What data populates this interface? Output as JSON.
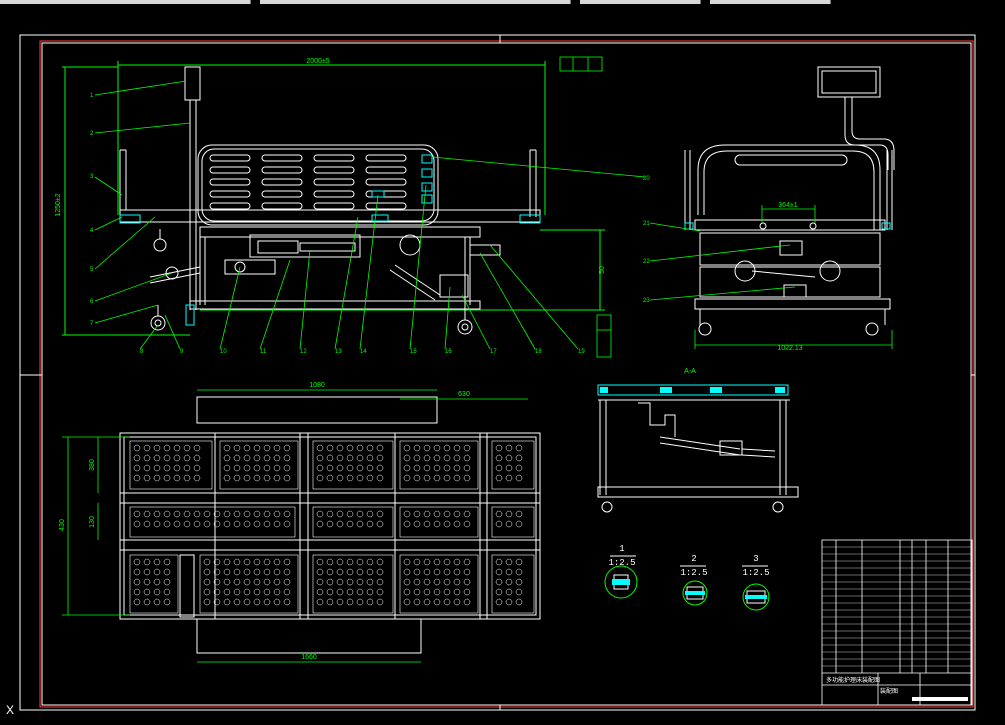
{
  "colors": {
    "background": "#000000",
    "border": "#ffffff",
    "border_accent": "#ff3a3a",
    "outline": "#ffffff",
    "dimension": "#00ff00",
    "leader": "#00ff00",
    "accent": "#00ffff",
    "label": "#00ff00"
  },
  "dimensions": {
    "overall_length": "2000±5",
    "height": "1250±2",
    "side_width": "1022.13",
    "side_inner": "364±1",
    "plan_top": "1080",
    "plan_right": "630",
    "plan_bottom": "1660",
    "plan_left_a": "380",
    "plan_left_b": "430",
    "plan_left_c": "130",
    "gauge_right": "50"
  },
  "section_label": "A-A",
  "part_numbers": [
    "1",
    "2",
    "3",
    "4",
    "5",
    "6",
    "7",
    "8",
    "9",
    "10",
    "11",
    "12",
    "13",
    "14",
    "15",
    "16",
    "17",
    "18",
    "19",
    "20",
    "21",
    "22",
    "23"
  ],
  "details": [
    {
      "num": "1",
      "scale": "1:2.5"
    },
    {
      "num": "2",
      "scale": "1:2.5"
    },
    {
      "num": "3",
      "scale": "1:2.5"
    }
  ],
  "title_block": {
    "drawing_name": "多功能护理床装配图",
    "sheet_label": "装配图"
  },
  "ucs_label": "X"
}
